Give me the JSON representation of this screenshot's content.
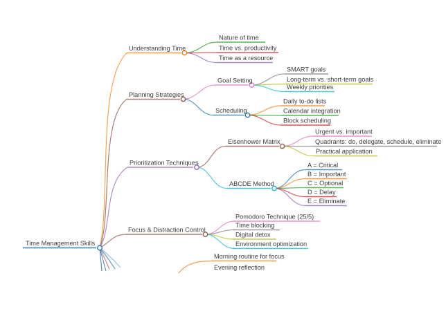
{
  "canvas": {
    "background": "#ffffff",
    "text_color": "#3c3c3c"
  },
  "mindmap": {
    "root": {
      "label": "Time Management Skills",
      "color": "#1f77b4"
    },
    "branches": [
      {
        "label": "Understanding Time",
        "color": "#ff7f0e",
        "children": [
          {
            "label": "Nature of time",
            "color": "#2ca02c"
          },
          {
            "label": "Time vs. productivity",
            "color": "#d62728"
          },
          {
            "label": "Time as a resource",
            "color": "#9467bd"
          }
        ]
      },
      {
        "label": "Planning Strategies",
        "color": "#8c564b",
        "children": [
          {
            "label": "Goal Setting",
            "color": "#e377c2",
            "children": [
              {
                "label": "SMART goals",
                "color": "#7f7f7f"
              },
              {
                "label": "Long-term vs. short-term goals",
                "color": "#bcbd22"
              },
              {
                "label": "Weekly priorities",
                "color": "#17becf"
              }
            ]
          },
          {
            "label": "Scheduling",
            "color": "#1f77b4",
            "children": [
              {
                "label": "Daily to-do lists",
                "color": "#ff7f0e"
              },
              {
                "label": "Calendar integration",
                "color": "#2ca02c"
              },
              {
                "label": "Block scheduling",
                "color": "#d62728"
              }
            ]
          }
        ]
      },
      {
        "label": "Prioritization Techniques",
        "color": "#9467bd",
        "children": [
          {
            "label": "Eisenhower Matrix",
            "color": "#8c564b",
            "children": [
              {
                "label": "Urgent vs. important",
                "color": "#e377c2"
              },
              {
                "label": "Quadrants: do, delegate, schedule, eliminate",
                "color": "#7f7f7f"
              },
              {
                "label": "Practical application",
                "color": "#bcbd22"
              }
            ]
          },
          {
            "label": "ABCDE Method",
            "color": "#17becf",
            "children": [
              {
                "label": "A = Critical",
                "color": "#1f77b4"
              },
              {
                "label": "B = Important",
                "color": "#ff7f0e"
              },
              {
                "label": "C = Optional",
                "color": "#2ca02c"
              },
              {
                "label": "D = Delay",
                "color": "#d62728"
              },
              {
                "label": "E = Eliminate",
                "color": "#9467bd"
              }
            ]
          }
        ]
      },
      {
        "label": "Focus & Distraction Control",
        "color": "#8c564b",
        "children": [
          {
            "label": "Pomodoro Technique (25/5)",
            "color": "#e377c2"
          },
          {
            "label": "Time blocking",
            "color": "#7f7f7f"
          },
          {
            "label": "Digital detox",
            "color": "#bcbd22"
          },
          {
            "label": "Environment optimization",
            "color": "#17becf"
          }
        ]
      }
    ],
    "partial_branch": {
      "children": [
        {
          "label": "Morning routine for focus",
          "color": "#ff7f0e"
        },
        {
          "label": "Evening reflection"
        }
      ]
    },
    "clipped_stub_colors": [
      "#2f5f8f",
      "#1f77b4",
      "#c85a54",
      "#1f77b4",
      "#7aadd6"
    ]
  }
}
